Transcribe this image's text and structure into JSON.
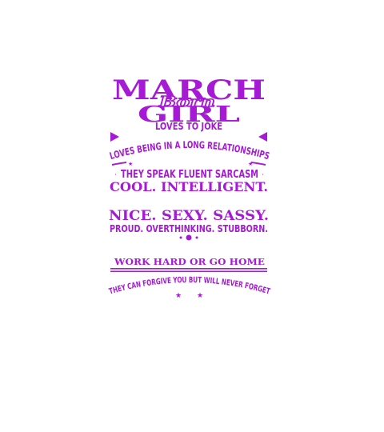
{
  "colors": {
    "primary": "#a61ad6",
    "background": "#ffffff"
  },
  "design": {
    "line_month": "MARCH",
    "line_born": "Born",
    "line_girl": "GIRL",
    "line_loves_joke": "LOVES TO JOKE",
    "line_relationships": "LOVES BEING IN A LONG RELATIONSHIPS",
    "line_sarcasm": "THEY SPEAK FLUENT SARCASM",
    "line_cool": "COOL. INTELLIGENT.",
    "line_nice": "NICE. SEXY. SASSY.",
    "line_proud": "PROUD. OVERTHINKING. STUBBORN.",
    "line_work": "WORK HARD OR GO HOME",
    "line_forgive": "THEY CAN FORGIVE YOU BUT WILL NEVER FORGET"
  }
}
